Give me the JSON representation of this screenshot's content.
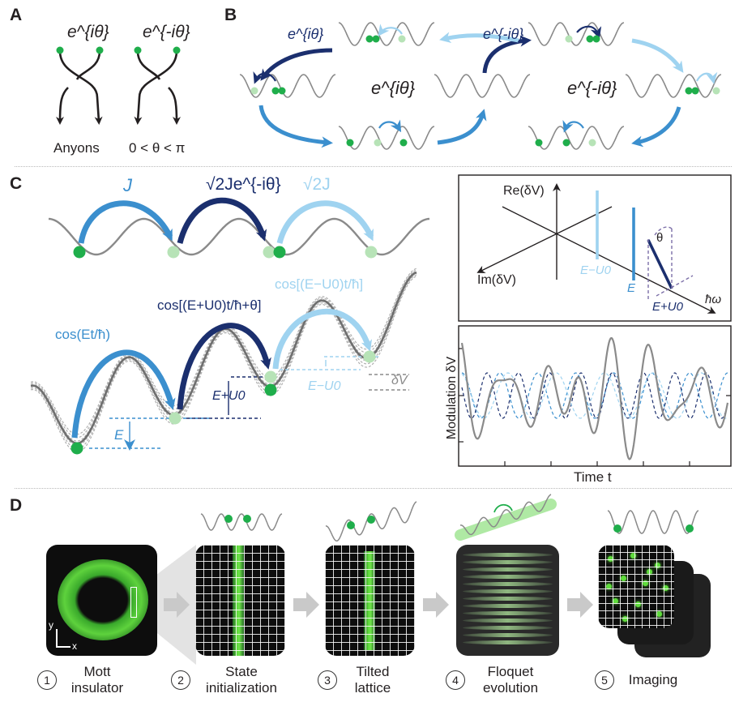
{
  "panels": {
    "a": "A",
    "b": "B",
    "c": "C",
    "d": "D"
  },
  "panel_a": {
    "phase_pos": "e^{iθ}",
    "phase_neg": "e^{-iθ}",
    "label_anyons": "Anyons",
    "label_range": "0 < θ < π"
  },
  "panel_b": {
    "arrow_top_left": "e^{iθ}",
    "arrow_top_right": "e^{-iθ}",
    "center_left": "e^{iθ}",
    "center_right": "e^{-iθ}"
  },
  "panel_c_top": {
    "hop_1": "J",
    "hop_2": "√2Je^{-iθ}",
    "hop_3": "√2J"
  },
  "panel_c_mid": {
    "mod_1": "cos(Et/ħ)",
    "mod_2": "cos[(E+U0)t/ħ+θ]",
    "mod_3": "cos[(E−U0)t/ħ]",
    "gap_E": "E",
    "gap_EU": "E+U0",
    "gap_EmU": "E−U0",
    "dV": "δV"
  },
  "panel_c_phasor": {
    "y_axis": "Re(δV)",
    "z_axis": "Im(δV)",
    "x_axis": "ħω",
    "theta": "θ",
    "tick_EmU": "E−U0",
    "tick_E": "E",
    "tick_EU": "E+U0"
  },
  "panel_c_mod": {
    "ylabel": "Modulation δV",
    "xlabel": "Time t"
  },
  "panel_d": {
    "axis_y": "y",
    "axis_x": "x",
    "steps": [
      {
        "num": "1",
        "line1": "Mott",
        "line2": "insulator"
      },
      {
        "num": "2",
        "line1": "State",
        "line2": "initialization"
      },
      {
        "num": "3",
        "line1": "Tilted",
        "line2": "lattice"
      },
      {
        "num": "4",
        "line1": "Floquet",
        "line2": "evolution"
      },
      {
        "num": "5",
        "line1": "Imaging",
        "line2": ""
      }
    ]
  },
  "colors": {
    "dark_blue": "#1b2f6e",
    "mid_blue": "#3b8fce",
    "light_blue": "#9fd3f0",
    "green": "#1fae4b",
    "light_green": "#b7e3b7",
    "grey": "#8a8a8a"
  }
}
